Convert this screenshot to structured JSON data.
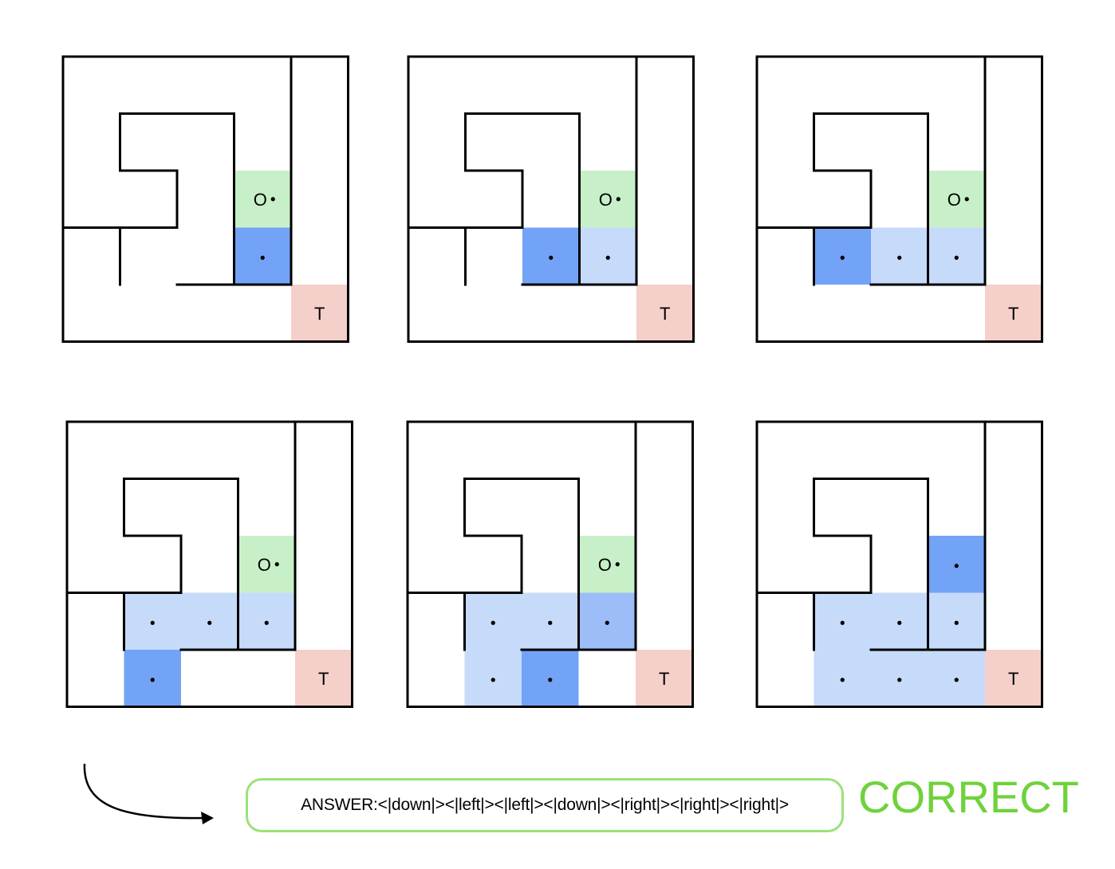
{
  "colors": {
    "origin": "#c8f0c8",
    "current": "#73a3f7",
    "visited": "#c6dafa",
    "revisit": "#9cbdf7",
    "target": "#f5cfca",
    "wall": "#000000",
    "answer_border": "#9be27a",
    "verdict": "#6ed23c"
  },
  "maze": {
    "rows": 5,
    "cols": 5,
    "origin_label": "O",
    "target_label": "T",
    "origin_cell": [
      2,
      3
    ],
    "target_cell": [
      4,
      4
    ],
    "walls": [
      [
        0,
        0,
        5,
        0
      ],
      [
        0,
        5,
        5,
        5
      ],
      [
        0,
        0,
        0,
        5
      ],
      [
        5,
        0,
        5,
        5
      ],
      [
        4,
        0,
        4,
        4
      ],
      [
        1,
        1,
        3,
        1
      ],
      [
        3,
        1,
        3,
        4
      ],
      [
        1,
        1,
        1,
        2
      ],
      [
        1,
        2,
        2,
        2
      ],
      [
        2,
        2,
        2,
        3
      ],
      [
        0,
        3,
        2,
        3
      ],
      [
        1,
        3,
        1,
        4
      ],
      [
        2,
        4,
        4,
        4
      ]
    ]
  },
  "steps": [
    {
      "name": "step-1",
      "cells": [
        {
          "r": 2,
          "c": 3,
          "state": "origin",
          "dot": true
        },
        {
          "r": 3,
          "c": 3,
          "state": "current",
          "dot": true
        }
      ]
    },
    {
      "name": "step-2",
      "cells": [
        {
          "r": 2,
          "c": 3,
          "state": "origin",
          "dot": true
        },
        {
          "r": 3,
          "c": 3,
          "state": "visited",
          "dot": true
        },
        {
          "r": 3,
          "c": 2,
          "state": "current",
          "dot": true
        }
      ]
    },
    {
      "name": "step-3",
      "cells": [
        {
          "r": 2,
          "c": 3,
          "state": "origin",
          "dot": true
        },
        {
          "r": 3,
          "c": 3,
          "state": "visited",
          "dot": true
        },
        {
          "r": 3,
          "c": 2,
          "state": "visited",
          "dot": true
        },
        {
          "r": 3,
          "c": 1,
          "state": "current",
          "dot": true
        }
      ]
    },
    {
      "name": "step-4",
      "cells": [
        {
          "r": 2,
          "c": 3,
          "state": "origin",
          "dot": true
        },
        {
          "r": 3,
          "c": 3,
          "state": "visited",
          "dot": true
        },
        {
          "r": 3,
          "c": 2,
          "state": "visited",
          "dot": true
        },
        {
          "r": 3,
          "c": 1,
          "state": "visited",
          "dot": true
        },
        {
          "r": 4,
          "c": 1,
          "state": "current",
          "dot": true
        }
      ]
    },
    {
      "name": "step-5",
      "cells": [
        {
          "r": 2,
          "c": 3,
          "state": "origin",
          "dot": true
        },
        {
          "r": 3,
          "c": 3,
          "state": "revisit",
          "dot": true
        },
        {
          "r": 3,
          "c": 2,
          "state": "visited",
          "dot": true
        },
        {
          "r": 3,
          "c": 1,
          "state": "visited",
          "dot": true
        },
        {
          "r": 4,
          "c": 1,
          "state": "visited",
          "dot": true
        },
        {
          "r": 4,
          "c": 2,
          "state": "current",
          "dot": true
        }
      ]
    },
    {
      "name": "step-6",
      "cells": [
        {
          "r": 2,
          "c": 3,
          "state": "current",
          "dot": true
        },
        {
          "r": 3,
          "c": 3,
          "state": "visited",
          "dot": true
        },
        {
          "r": 3,
          "c": 2,
          "state": "visited",
          "dot": true
        },
        {
          "r": 3,
          "c": 1,
          "state": "visited",
          "dot": true
        },
        {
          "r": 4,
          "c": 1,
          "state": "visited",
          "dot": true
        },
        {
          "r": 4,
          "c": 2,
          "state": "visited",
          "dot": true
        },
        {
          "r": 4,
          "c": 3,
          "state": "visited",
          "dot": true
        }
      ]
    }
  ],
  "answer": {
    "text": "ANSWER:<|down|><|left|><|left|><|down|><|right|><|right|><|right|>"
  },
  "verdict": {
    "text": "CORRECT"
  }
}
